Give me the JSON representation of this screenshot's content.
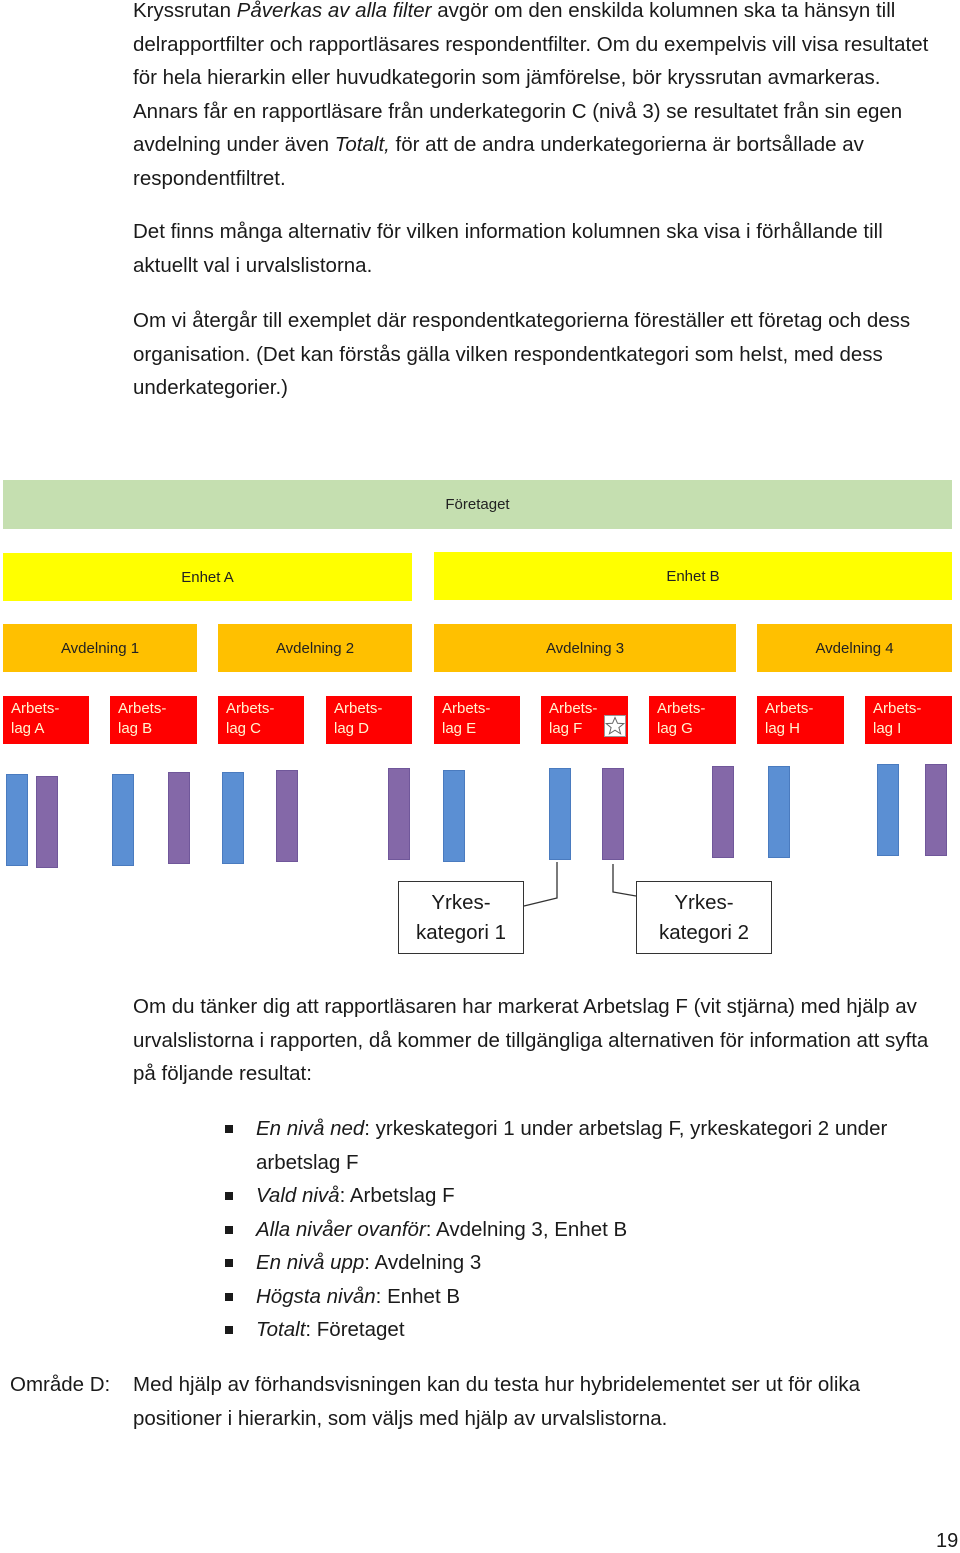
{
  "paragraphs": {
    "p1": {
      "a": "Kryssrutan ",
      "b": "Påverkas av alla filter",
      "c": " avgör om den enskilda kolumnen ska ta hänsyn till delrapportfilter och rapportläsares respondentfilter. Om du exempelvis vill visa resultatet för hela hierarkin eller huvudkategorin som jämförelse, bör kryssrutan avmarkeras. Annars får en rapportläsare från underkategorin C (nivå 3) se resultatet från sin egen avdelning under även ",
      "d": "Totalt,",
      "e": " för att de andra underkategorierna är bortsållade av respondentfiltret."
    },
    "p2": "Det finns många alternativ för vilken information kolumnen ska visa i förhållande till aktuellt val i urvalslistorna.",
    "p3": "Om vi återgår till exemplet där respondentkategorierna föreställer ett företag och dess organisation. (Det kan förstås gälla vilken respondentkategori som helst, med dess underkategorier.)",
    "p4": "Om du tänker dig att rapportläsaren har markerat Arbetslag F (vit stjärna) med hjälp av urvalslistorna i rapporten, då kommer de tillgängliga alternativen för information att syfta på följande resultat:"
  },
  "hierarchy": {
    "top": "Företaget",
    "units": [
      "Enhet A",
      "Enhet B"
    ],
    "departments": [
      "Avdelning 1",
      "Avdelning 2",
      "Avdelning 3",
      "Avdelning 4"
    ],
    "teams": [
      "Arbets-\nlag A",
      "Arbets-\nlag B",
      "Arbets-\nlag C",
      "Arbets-\nlag D",
      "Arbets-\nlag E",
      "Arbets-\nlag F",
      "Arbets-\nlag G",
      "Arbets-\nlag H",
      "Arbets-\nlag I"
    ],
    "categories": [
      "Yrkes-\nkategori 1",
      "Yrkes-\nkategori 2"
    ],
    "colors": {
      "top": "#c5dfb0",
      "unit": "#ffff00",
      "department": "#ffc000",
      "team": "#ff0000",
      "category_1": "#5b8fd3",
      "category_2": "#8468a8"
    },
    "selected_marker": "star-icon"
  },
  "bullets": [
    {
      "label": "En nivå ned",
      "text": ": yrkeskategori 1 under arbetslag F, yrkeskategori 2 under arbetslag F"
    },
    {
      "label": "Vald nivå",
      "text": ": Arbetslag F"
    },
    {
      "label": "Alla nivåer ovanför",
      "text": ": Avdelning 3, Enhet B"
    },
    {
      "label": "En nivå upp",
      "text": ": Avdelning 3"
    },
    {
      "label": "Högsta nivån",
      "text": ": Enhet B"
    },
    {
      "label": "Totalt",
      "text": ": Företaget"
    }
  ],
  "section_d": {
    "label": "Område D:",
    "text": "Med hjälp av förhandsvisningen kan du testa hur hybridelementet ser ut för olika positioner i hierarkin, som väljs med hjälp av urvalslistorna."
  },
  "page_number": "19"
}
